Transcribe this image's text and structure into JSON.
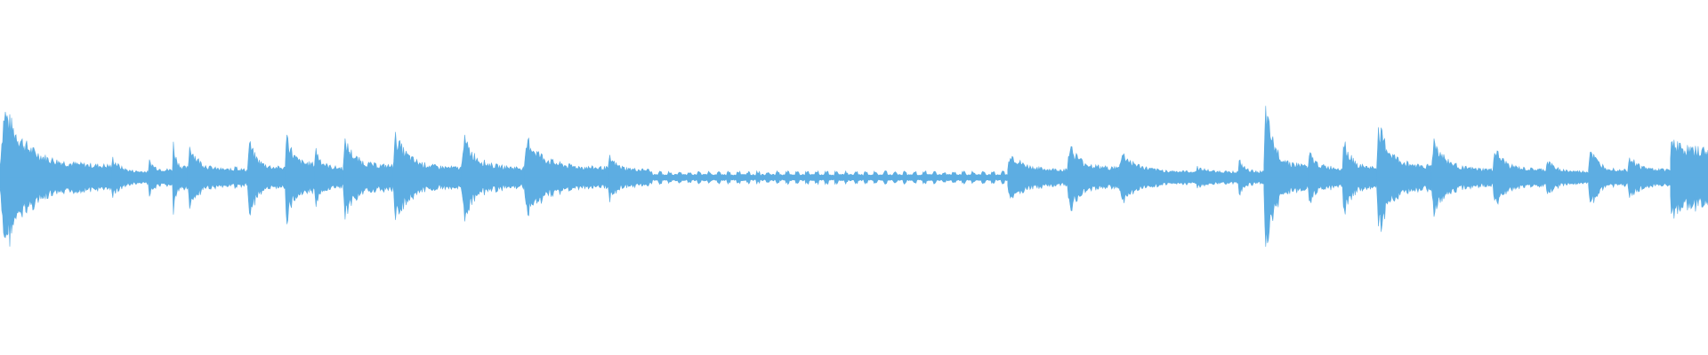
{
  "waveform": {
    "color": "#5dade2",
    "background": "#ffffff",
    "segments": [
      {
        "start": 0.0,
        "end": 0.065,
        "peak": 0.42,
        "tail": 0.06
      },
      {
        "start": 0.065,
        "end": 0.087,
        "peak": 0.12,
        "tail": 0.03
      },
      {
        "start": 0.087,
        "end": 0.101,
        "peak": 0.1,
        "tail": 0.04
      },
      {
        "start": 0.101,
        "end": 0.11,
        "peak": 0.22,
        "tail": 0.05
      },
      {
        "start": 0.11,
        "end": 0.137,
        "peak": 0.2,
        "tail": 0.04
      },
      {
        "start": 0.137,
        "end": 0.145,
        "peak": 0.08,
        "tail": 0.04
      },
      {
        "start": 0.145,
        "end": 0.167,
        "peak": 0.22,
        "tail": 0.05
      },
      {
        "start": 0.167,
        "end": 0.184,
        "peak": 0.28,
        "tail": 0.07
      },
      {
        "start": 0.184,
        "end": 0.201,
        "peak": 0.18,
        "tail": 0.05
      },
      {
        "start": 0.201,
        "end": 0.23,
        "peak": 0.22,
        "tail": 0.06
      },
      {
        "start": 0.23,
        "end": 0.27,
        "peak": 0.25,
        "tail": 0.05
      },
      {
        "start": 0.27,
        "end": 0.307,
        "peak": 0.24,
        "tail": 0.05
      },
      {
        "start": 0.307,
        "end": 0.356,
        "peak": 0.23,
        "tail": 0.05
      },
      {
        "start": 0.356,
        "end": 0.38,
        "peak": 0.12,
        "tail": 0.04
      },
      {
        "start": 0.38,
        "end": 0.59,
        "peak": 0.03,
        "tail": 0.015,
        "dotted": true
      },
      {
        "start": 0.59,
        "end": 0.625,
        "peak": 0.15,
        "tail": 0.04
      },
      {
        "start": 0.625,
        "end": 0.655,
        "peak": 0.2,
        "tail": 0.05
      },
      {
        "start": 0.655,
        "end": 0.7,
        "peak": 0.15,
        "tail": 0.03
      },
      {
        "start": 0.7,
        "end": 0.725,
        "peak": 0.06,
        "tail": 0.03
      },
      {
        "start": 0.725,
        "end": 0.74,
        "peak": 0.1,
        "tail": 0.03
      },
      {
        "start": 0.74,
        "end": 0.766,
        "peak": 0.41,
        "tail": 0.06
      },
      {
        "start": 0.766,
        "end": 0.786,
        "peak": 0.14,
        "tail": 0.05
      },
      {
        "start": 0.786,
        "end": 0.806,
        "peak": 0.24,
        "tail": 0.05
      },
      {
        "start": 0.806,
        "end": 0.838,
        "peak": 0.31,
        "tail": 0.06
      },
      {
        "start": 0.838,
        "end": 0.874,
        "peak": 0.23,
        "tail": 0.04
      },
      {
        "start": 0.874,
        "end": 0.905,
        "peak": 0.17,
        "tail": 0.04
      },
      {
        "start": 0.905,
        "end": 0.93,
        "peak": 0.1,
        "tail": 0.03
      },
      {
        "start": 0.93,
        "end": 0.953,
        "peak": 0.18,
        "tail": 0.04
      },
      {
        "start": 0.953,
        "end": 0.978,
        "peak": 0.13,
        "tail": 0.04
      },
      {
        "start": 0.978,
        "end": 1.0,
        "peak": 0.22,
        "tail": 0.14
      }
    ]
  }
}
